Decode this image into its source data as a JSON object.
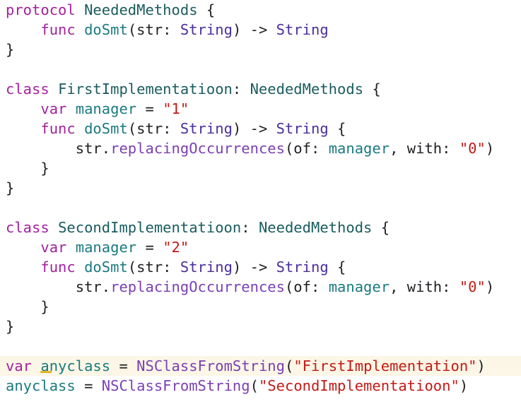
{
  "code": {
    "line1": {
      "kw": "protocol",
      "name": "NeededMethods",
      "rest": " {"
    },
    "line2": {
      "indent": "    ",
      "kw": "func",
      "name": "doSmt",
      "p1": "(str: ",
      "t1": "String",
      "p2": ") -> ",
      "t2": "String"
    },
    "line3": {
      "text": "}"
    },
    "line5": {
      "kw": "class",
      "name": "FirstImplementatioon",
      "colon": ": ",
      "proto": "NeededMethods",
      "rest": " {"
    },
    "line6": {
      "indent": "    ",
      "kw": "var",
      "name": "manager",
      "eq": " = ",
      "str": "\"1\""
    },
    "line7": {
      "indent": "    ",
      "kw": "func",
      "name": "doSmt",
      "p1": "(str: ",
      "t1": "String",
      "p2": ") -> ",
      "t2": "String",
      "rest": " {"
    },
    "line8": {
      "indent": "        ",
      "recv": "str.",
      "method": "replacingOccurrences",
      "p1": "(of: ",
      "arg": "manager",
      "p2": ", with: ",
      "str": "\"0\"",
      "p3": ")"
    },
    "line9": {
      "text": "    }"
    },
    "line10": {
      "text": "}"
    },
    "line12": {
      "kw": "class",
      "name": "SecondImplementatioon",
      "colon": ": ",
      "proto": "NeededMethods",
      "rest": " {"
    },
    "line13": {
      "indent": "    ",
      "kw": "var",
      "name": "manager",
      "eq": " = ",
      "str": "\"2\""
    },
    "line14": {
      "indent": "    ",
      "kw": "func",
      "name": "doSmt",
      "p1": "(str: ",
      "t1": "String",
      "p2": ") -> ",
      "t2": "String",
      "rest": " {"
    },
    "line15": {
      "indent": "        ",
      "recv": "str.",
      "method": "replacingOccurrences",
      "p1": "(of: ",
      "arg": "manager",
      "p2": ", with: ",
      "str": "\"0\"",
      "p3": ")"
    },
    "line16": {
      "text": "    }"
    },
    "line17": {
      "text": "}"
    },
    "line19": {
      "kw": "var",
      "sp": " ",
      "name": "anyclass",
      "eq": " = ",
      "fn": "NSClassFromString",
      "p1": "(",
      "str": "\"FirstImplementation\"",
      "p2": ")"
    },
    "line20": {
      "name": "anyclass",
      "eq": " = ",
      "fn": "NSClassFromString",
      "p1": "(",
      "str": "\"SecondImplementatioon\"",
      "p2": ")"
    }
  },
  "colors": {
    "keyword": "#a3229e",
    "type_decl": "#1a5c5e",
    "type_use": "#4b2f9e",
    "identifier": "#1a7a80",
    "method": "#7b3fb3",
    "string": "#c41a16",
    "current_line": "#fbf6e6",
    "warning_underline": "#e6b422"
  }
}
